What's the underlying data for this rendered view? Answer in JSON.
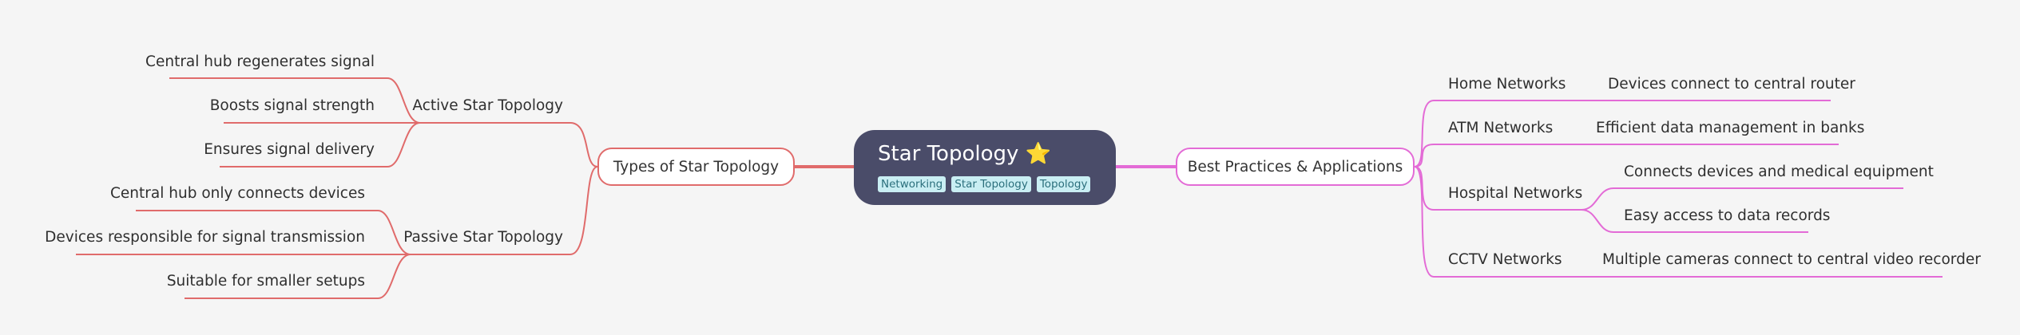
{
  "root": {
    "title": "Star Topology ⭐",
    "tags": [
      "Networking",
      "Star Topology",
      "Topology"
    ]
  },
  "left_branch": {
    "label": "Types of Star Topology",
    "color": "#e06b6b",
    "children": [
      {
        "label": "Active Star Topology",
        "leaves": [
          "Central hub regenerates signal",
          "Boosts signal strength",
          "Ensures signal delivery"
        ]
      },
      {
        "label": "Passive Star Topology",
        "leaves": [
          "Central hub only connects devices",
          "Devices responsible for signal transmission",
          "Suitable for smaller setups"
        ]
      }
    ]
  },
  "right_branch": {
    "label": "Best Practices & Applications",
    "color": "#e36bd6",
    "children": [
      {
        "label": "Home Networks",
        "leaves": [
          "Devices connect to central router"
        ]
      },
      {
        "label": "ATM Networks",
        "leaves": [
          "Efficient data management in banks"
        ]
      },
      {
        "label": "Hospital Networks",
        "leaves": [
          "Connects devices and medical equipment",
          "Easy access to data records"
        ]
      },
      {
        "label": "CCTV Networks",
        "leaves": [
          "Multiple cameras connect to central video recorder"
        ]
      }
    ]
  }
}
